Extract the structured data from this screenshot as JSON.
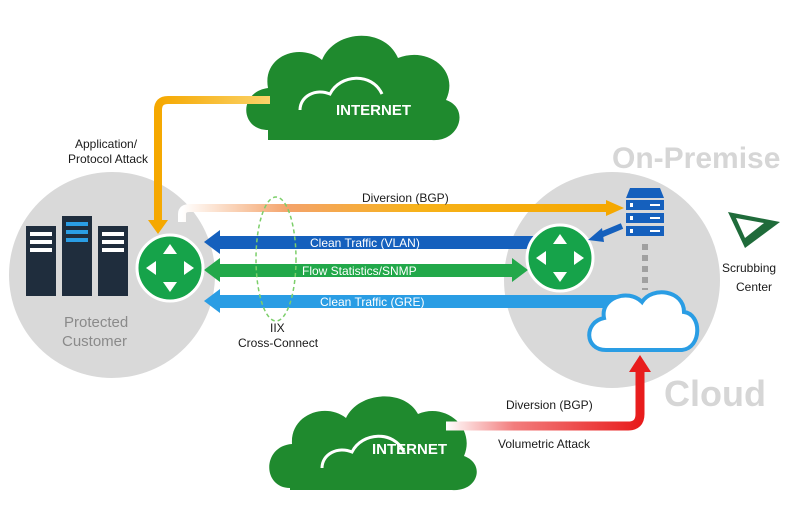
{
  "labels": {
    "internet_top": "INTERNET",
    "internet_bottom": "INTERNET",
    "application_attack": [
      "Application/",
      "Protocol Attack"
    ],
    "protected_customer": [
      "Protected",
      "Customer"
    ],
    "iix": [
      "IIX",
      "Cross-Connect"
    ],
    "on_premise": "On-Premise",
    "cloud": "Cloud",
    "scrubbing_center": [
      "Scrubbing",
      "Center"
    ],
    "diversion_top": "Diversion (BGP)",
    "clean_vlan": "Clean Traffic (VLAN)",
    "flow_stats": "Flow Statistics/SNMP",
    "clean_gre": "Clean Traffic (GRE)",
    "diversion_bottom": "Diversion (BGP)",
    "volumetric": "Volumetric Attack"
  },
  "colors": {
    "cloud_green": "#1f8a2e",
    "router_green": "#16a34a",
    "orange": "#f7b21a",
    "dark_blue": "#1560bd",
    "light_blue": "#2a9de4",
    "flow_green": "#22a84a",
    "red": "#e81c1c",
    "gray_circle": "#d9d9d9"
  },
  "icons": [
    "cloud-icon",
    "server-rack-icon",
    "router-icon",
    "scrubbing-server-icon",
    "outline-cloud-icon",
    "scrubbing-logo-icon"
  ]
}
